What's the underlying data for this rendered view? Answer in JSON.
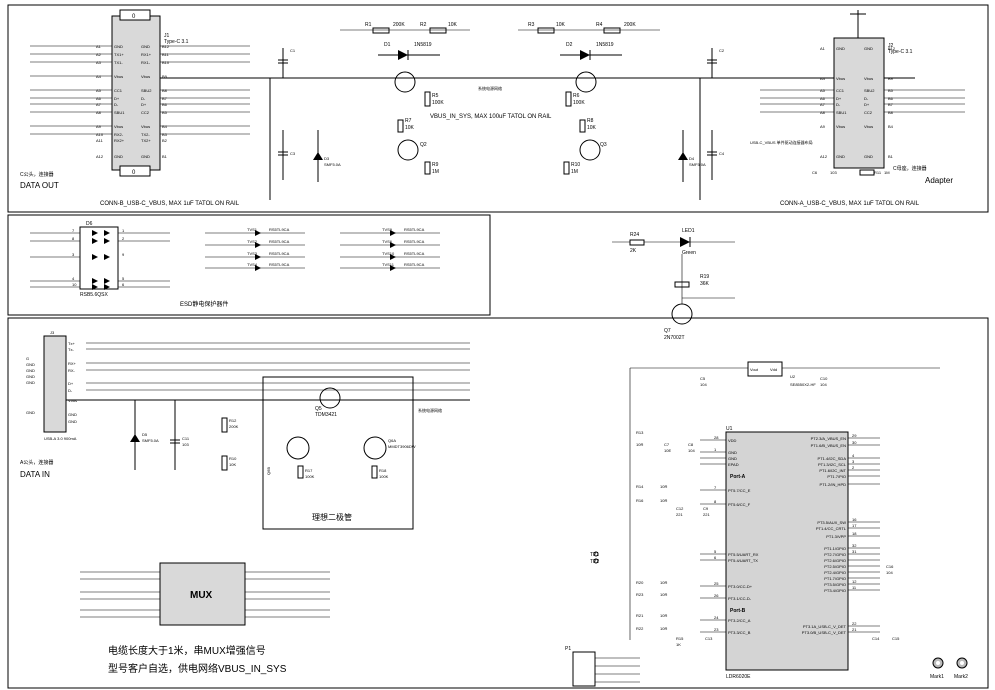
{
  "usbc_left": {
    "ref": "J1",
    "type": "Type-C 3.1",
    "pins_left": [
      "A1",
      "A2",
      "A3",
      "A4",
      "A5",
      "A6",
      "A7",
      "A8",
      "A9",
      "A10",
      "A11",
      "A12"
    ],
    "pins_left_names": [
      "GND",
      "TX1+",
      "TX1-",
      "Vbus",
      "CC1",
      "D+",
      "D-",
      "SBU1",
      "Vbus",
      "RX2-",
      "RX2+",
      "GND"
    ],
    "pins_right": [
      "B12",
      "B11",
      "B10",
      "B9",
      "B8",
      "B7",
      "B6",
      "B5",
      "B4",
      "B3",
      "B2",
      "B1"
    ],
    "pins_right_names": [
      "GND",
      "RX1+",
      "RX1-",
      "Vbus",
      "SBU2",
      "D-",
      "D+",
      "CC2",
      "Vbus",
      "TX2-",
      "TX2+",
      "GND"
    ],
    "top_num": "0",
    "bottom_num": "0",
    "note_cn": "C公头，连接器",
    "title": "DATA OUT"
  },
  "usbc_right": {
    "ref": "J2",
    "type": "Type-C 3.1",
    "pins_left": [
      "A1",
      "A4",
      "A5",
      "A6",
      "A7",
      "A8",
      "A9",
      "A12"
    ],
    "pins_left_names": [
      "GND",
      "Vbus",
      "CC1",
      "D+",
      "D-",
      "SBU1",
      "Vbus",
      "GND"
    ],
    "pins_right": [
      "B12",
      "B9",
      "B5",
      "B6",
      "B7",
      "B8",
      "B4",
      "B1"
    ],
    "pins_right_names": [
      "GND",
      "Vbus",
      "SBU2",
      "D-",
      "D+",
      "CC2",
      "Vbus",
      "GND"
    ],
    "note_cn": "C母座，连接器",
    "title": "Adapter"
  },
  "net_labels": {
    "conn_b": "CONN-B_USB-C_VBUS, MAX 1uF TATOL ON RAIL",
    "conn_a": "CONN-A_USB-C_VBUS, MAX 1uF TATOL ON RAIL",
    "vbus_in_sys": "VBUS_IN_SYS, MAX 100uF TATOL ON RAIL",
    "usb_c_note": "USB-C_VBUS 单件驱动连接器布局"
  },
  "power_path": {
    "r1": "R1",
    "r1_val": "200K",
    "r2": "R2",
    "r2_val": "10K",
    "r3": "R3",
    "r3_val": "10K",
    "r4": "R4",
    "r4_val": "200K",
    "d1": "D1",
    "d1_part": "1N5819",
    "d2": "D2",
    "d2_part": "1N5819",
    "c1": "C1",
    "c2": "C2",
    "c3": "C3",
    "c4": "C4",
    "c_val": "103",
    "r5": "R5",
    "r5_val": "100K",
    "r6": "R6",
    "r6_val": "100K",
    "r7": "R7",
    "r7_val": "10K",
    "r8": "R8",
    "r8_val": "10K",
    "r9": "R9",
    "r9_val": "1M",
    "r10": "R10",
    "r10_val": "1M",
    "q2": "Q2",
    "q3": "Q3",
    "d3": "D3",
    "d4": "D4",
    "zener": "SMF5.0A",
    "c6": "C6",
    "c6_val": "103",
    "r11": "R11",
    "r11_val": "1M"
  },
  "esd": {
    "title": "ESD静电保护器件",
    "array": "RSB5.6QSX",
    "array_ref": "D6",
    "tvs": [
      {
        "ref": "TVS1",
        "part": "RS5TL9CA"
      },
      {
        "ref": "TVS2",
        "part": "RS5TL9CA"
      },
      {
        "ref": "TVS3",
        "part": "RS5TL9CA"
      },
      {
        "ref": "TVS4",
        "part": "RS5TL9CA"
      },
      {
        "ref": "TVS9",
        "part": "RS5TL9CA"
      },
      {
        "ref": "TVS6",
        "part": "RS5TL9CA"
      },
      {
        "ref": "TVS10",
        "part": "RS5TL9CA"
      },
      {
        "ref": "TVS11",
        "part": "RS5TL9CA"
      }
    ],
    "pin_nums": [
      "1",
      "2",
      "3",
      "4",
      "5",
      "6",
      "7",
      "8",
      "9",
      "10"
    ]
  },
  "usba": {
    "ref": "J3",
    "type": "USB-A 3.0 900mA",
    "pins": [
      "Tx+",
      "Tx-",
      "RX+",
      "RX-",
      "D+",
      "D-",
      "Vbus",
      "GND",
      "GND"
    ],
    "left_pins": [
      "GND",
      "GND",
      "GND",
      "GND",
      "GND",
      "G"
    ],
    "note_cn": "A公头，连接器",
    "title": "DATA IN"
  },
  "ideal_diode": {
    "title": "理想二极管",
    "q5": "Q5",
    "q5_part": "TDM3421",
    "q6a": "Q6A",
    "q6a_part": "MMDT3906DW",
    "q6b": "Q6B",
    "q6b_part": "MMDT3906DW",
    "r12": "R12",
    "r12_val": "200K",
    "r10": "R10",
    "r10_val": "10K",
    "r17": "R17",
    "r17_val": "100K",
    "r18": "R18",
    "r18_val": "100K",
    "c11": "C11",
    "c11_val": "103",
    "d5": "D5",
    "d5_part": "SMF5.0A"
  },
  "mux": {
    "label": "MUX",
    "note1": "电缆长度大于1米，串MUX增强信号",
    "note2": "型号客户自选，供电网络VBUS_IN_SYS"
  },
  "led": {
    "r24": "R24",
    "r24_val": "2K",
    "led": "LED1",
    "color": "Green",
    "r19": "R19",
    "r19_val": "36K",
    "q7": "Q7",
    "q7_part": "2N7002T"
  },
  "ldo": {
    "ref": "U2",
    "part": "SE8550X2-HF",
    "vin": "Vout",
    "vdd": "Vdd",
    "c5": "C5",
    "c5_val": "104",
    "c10": "C10",
    "c10_val": "104"
  },
  "controller": {
    "ref": "U1",
    "part": "LDR6020E",
    "pins_left": [
      {
        "num": "28",
        "name": "VDD"
      },
      {
        "num": "1",
        "name": "GND"
      },
      {
        "num": "",
        "name": "GND"
      },
      {
        "num": "",
        "name": "EPAD"
      },
      {
        "num": "7",
        "name": "PT5.7/CC_E"
      },
      {
        "num": "8",
        "name": "PT5.6/CC_F"
      },
      {
        "num": "5",
        "name": "PT5.5/UART_RX"
      },
      {
        "num": "6",
        "name": "PT5.4/UART_TX"
      },
      {
        "num": "25",
        "name": "PT3.0/CC-D+"
      },
      {
        "num": "26",
        "name": "PT3.1/CC-D-"
      },
      {
        "num": "24",
        "name": "PT3.2/CC_A"
      },
      {
        "num": "23",
        "name": "PT3.3/CC_B"
      }
    ],
    "pins_right": [
      {
        "num": "29",
        "name": "PT2.3/A_VBUS_EN"
      },
      {
        "num": "30",
        "name": "PT1.6/B_VBUS_EN"
      },
      {
        "num": "4",
        "name": "PT1.4/I2C_SDA"
      },
      {
        "num": "3",
        "name": "PT1.3/I2C_SCL"
      },
      {
        "num": "2",
        "name": "PT1.6/I2C_INT"
      },
      {
        "num": "",
        "name": "PT1.7/PIO"
      },
      {
        "num": "",
        "name": "PT1.2/IN_HPD"
      },
      {
        "num": "16",
        "name": "PT3.5/AUX_SW"
      },
      {
        "num": "17",
        "name": "PT1.4/CC_CRTL"
      },
      {
        "num": "18",
        "name": "PT1.3/VPP"
      },
      {
        "num": "32",
        "name": "PT1.1/GPIO"
      },
      {
        "num": "31",
        "name": "PT2.7/GPIO"
      },
      {
        "num": "",
        "name": "PT2.6/GPIO"
      },
      {
        "num": "",
        "name": "PT2.5/GPIO"
      },
      {
        "num": "",
        "name": "PT2.4/GPIO"
      },
      {
        "num": "",
        "name": "PT1.7/GPIO"
      },
      {
        "num": "12",
        "name": "PT3.5/GPIO"
      },
      {
        "num": "11",
        "name": "PT3.4/GPIO"
      },
      {
        "num": "22",
        "name": "PT3.1A_USB-C_V_DET"
      },
      {
        "num": "21",
        "name": "PT3.0/B_USB-C_V_DET"
      }
    ],
    "port_a": "Port-A",
    "port_b": "Port-B",
    "r13": "R13",
    "r13_val": "10R",
    "c7": "C7",
    "c7_val": "10E",
    "c8": "C8",
    "c8_val": "104",
    "r14": "R14",
    "r14_val": "10R",
    "r16": "R16",
    "r16_val": "10R",
    "c12": "C12",
    "c9": "C9",
    "c_val": "221",
    "tp1": "TP1",
    "tp2": "TP2",
    "r20": "R20",
    "r20_val": "10R",
    "r23": "R23",
    "r23_val": "10R",
    "r21": "R21",
    "r21_val": "10R",
    "r22": "R22",
    "r22_val": "10R",
    "r15": "R15",
    "r15_val": "1K",
    "c13": "C13",
    "c16": "C16",
    "c16_val": "104",
    "c14": "C14",
    "c15": "C15"
  },
  "connector_p1": {
    "ref": "P1"
  },
  "marks": [
    "Mark1",
    "Mark2"
  ],
  "system_net": "系统电源网络"
}
